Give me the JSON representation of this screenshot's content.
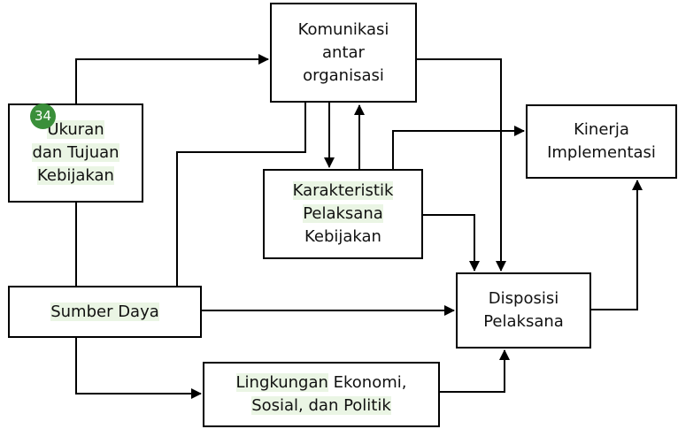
{
  "diagram": {
    "komunikasi": {
      "lines": [
        "Komunikasi",
        "antar",
        "organisasi"
      ]
    },
    "ukuran": {
      "lines": [
        "Ukuran",
        "dan Tujuan",
        "Kebijakan"
      ]
    },
    "kinerja": {
      "lines": [
        "Kinerja",
        "Implementasi"
      ]
    },
    "karakteristik": {
      "line1": "Karakteristik",
      "line2": "Pelaksana",
      "line3": "Kebijakan"
    },
    "sumber_daya": {
      "label": "Sumber Daya"
    },
    "disposisi": {
      "lines": [
        "Disposisi",
        "Pelaksana"
      ]
    },
    "lingkungan": {
      "line1_highlight": "Lingkungan",
      "line1_rest": " Ekonomi,",
      "line2": "Sosial, dan Politik"
    }
  },
  "badge": {
    "label": "34",
    "color": "#3a8f3a"
  },
  "colors": {
    "highlight": "#eaf5e4",
    "stroke": "#000000"
  }
}
